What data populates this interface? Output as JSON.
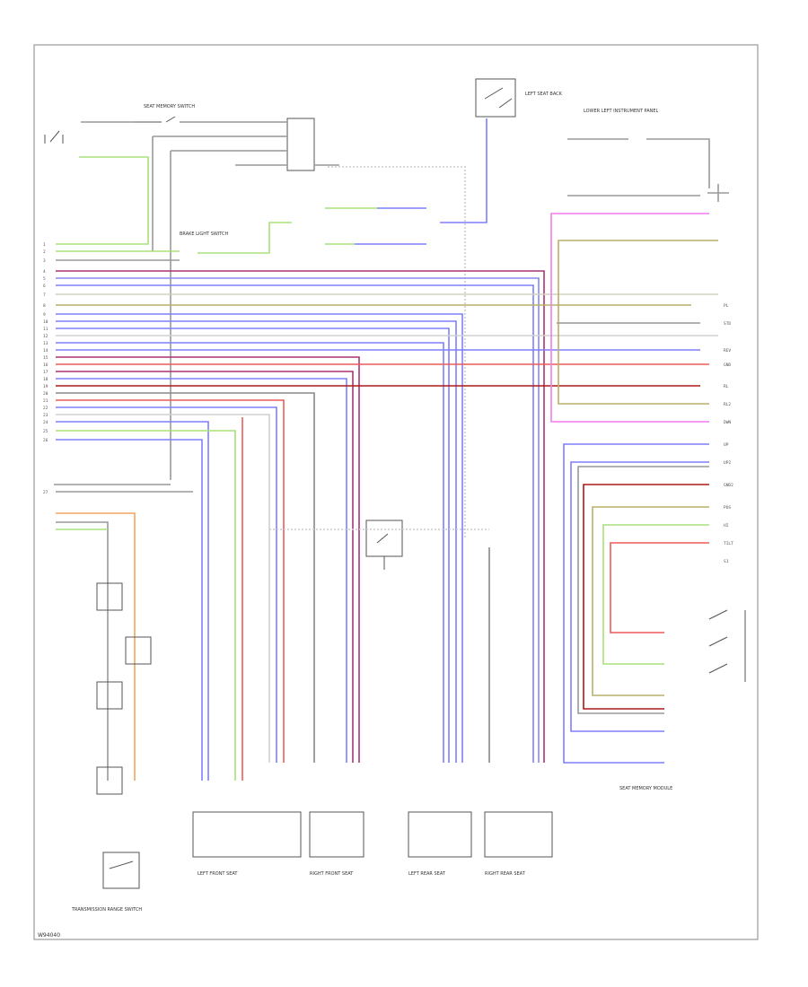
{
  "figure_id": "W94040",
  "colors": {
    "frame": "#9a9a9a",
    "green": "#a8e07a",
    "blue": "#7f7fff",
    "pink": "#f07cf0",
    "red": "#ee5a5a",
    "dark_red": "#b01818",
    "orange": "#f4a460",
    "gray": "#7a7a7a",
    "olive": "#b8b06a",
    "light_gray": "#c8c8c8"
  },
  "left_pins": [
    "1",
    "2",
    "3",
    "4",
    "5",
    "6",
    "7",
    "8",
    "9",
    "10",
    "11",
    "12",
    "13",
    "14",
    "15",
    "16",
    "17",
    "18",
    "19",
    "20",
    "21",
    "22",
    "23",
    "24",
    "25",
    "26",
    "27"
  ],
  "right_pins": [
    "PL",
    "STD",
    "REV",
    "GND",
    "RL",
    "RL2",
    "DWN",
    "UP",
    "UP2",
    "GND2",
    "POS",
    "HI",
    "TILT",
    "S1"
  ],
  "captions": [
    "SEAT MEMORY SWITCH",
    "BRAKE LIGHT SWITCH",
    "LOWER LEFT INSTRUMENT PANEL",
    "LEFT SEAT BACK",
    "LEFT FRONT SEAT",
    "RIGHT FRONT SEAT",
    "LEFT REAR SEAT",
    "RIGHT REAR SEAT",
    "TRANSMISSION RANGE SWITCH",
    "SEAT MEMORY MODULE"
  ]
}
